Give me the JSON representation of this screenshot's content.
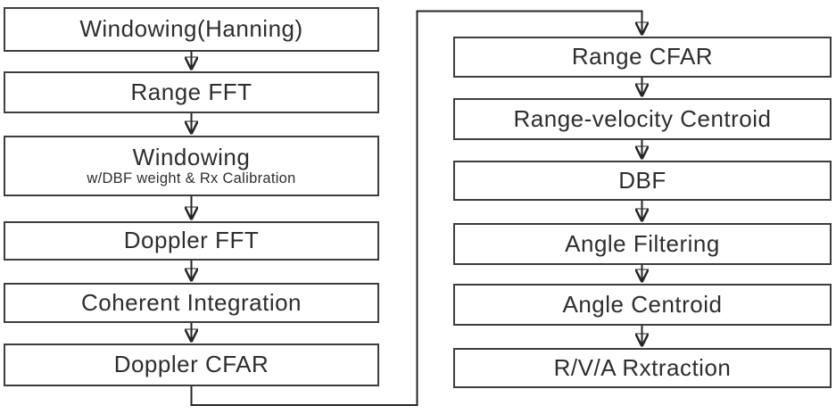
{
  "diagram": {
    "type": "flowchart",
    "left_column": [
      {
        "label": "Windowing(Hanning)"
      },
      {
        "label": "Range FFT"
      },
      {
        "label": "Windowing",
        "sublabel": "w/DBF weight & Rx Calibration"
      },
      {
        "label": "Doppler FFT"
      },
      {
        "label": "Coherent Integration"
      },
      {
        "label": "Doppler CFAR"
      }
    ],
    "right_column": [
      {
        "label": "Range CFAR"
      },
      {
        "label": "Range-velocity Centroid"
      },
      {
        "label": "DBF"
      },
      {
        "label": "Angle Filtering"
      },
      {
        "label": "Angle Centroid"
      },
      {
        "label": "R/V/A Rxtraction"
      }
    ],
    "colors": {
      "background": "#ffffff",
      "box_border": "#3d3d3d",
      "text": "#2e2e2e",
      "arrow": "#262626"
    }
  }
}
